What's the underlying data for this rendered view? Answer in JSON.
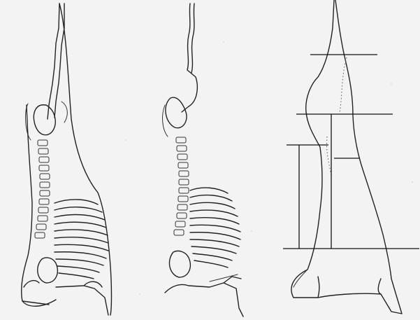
{
  "figure": {
    "panels": [
      {
        "id": "carcass-with-skeleton"
      },
      {
        "id": "skeleton-only"
      },
      {
        "id": "carcass-cut-outline"
      }
    ],
    "colors": {
      "paper": "#f3f3f3",
      "ink": "#222222"
    }
  }
}
